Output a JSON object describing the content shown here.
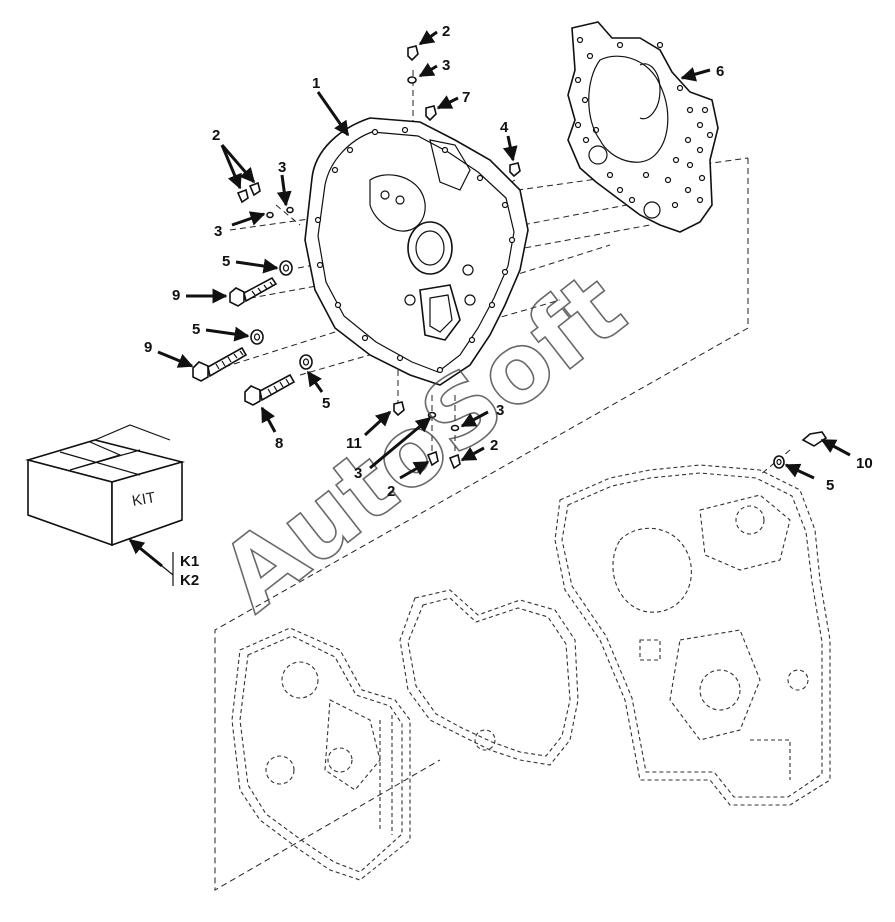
{
  "diagram": {
    "kit_box_label": "KIT",
    "kit_codes": [
      "K1",
      "K2"
    ],
    "watermark": "AutoSoft",
    "callouts": [
      {
        "id": "c1",
        "text": "1"
      },
      {
        "id": "c2a",
        "text": "2"
      },
      {
        "id": "c3a",
        "text": "3"
      },
      {
        "id": "c7",
        "text": "7"
      },
      {
        "id": "c6",
        "text": "6"
      },
      {
        "id": "c4",
        "text": "4"
      },
      {
        "id": "c2b",
        "text": "2"
      },
      {
        "id": "c3b",
        "text": "3"
      },
      {
        "id": "c3c",
        "text": "3"
      },
      {
        "id": "c5a",
        "text": "5"
      },
      {
        "id": "c9a",
        "text": "9"
      },
      {
        "id": "c5b",
        "text": "5"
      },
      {
        "id": "c9b",
        "text": "9"
      },
      {
        "id": "c8",
        "text": "8"
      },
      {
        "id": "c5c",
        "text": "5"
      },
      {
        "id": "c11",
        "text": "11"
      },
      {
        "id": "c3d",
        "text": "3"
      },
      {
        "id": "c3e",
        "text": "3"
      },
      {
        "id": "c2c",
        "text": "2"
      },
      {
        "id": "c2d",
        "text": "2"
      },
      {
        "id": "c10",
        "text": "10"
      },
      {
        "id": "c5d",
        "text": "5"
      }
    ]
  }
}
